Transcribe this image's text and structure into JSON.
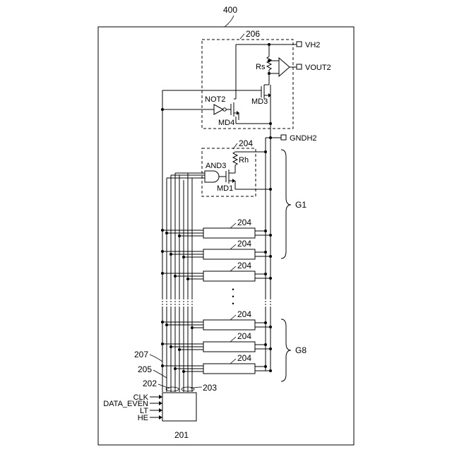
{
  "labels": {
    "device": "400",
    "sense_block": "206",
    "vh2": "VH2",
    "vout2": "VOUT2",
    "rs": "Rs",
    "not2": "NOT2",
    "md3": "MD3",
    "md4": "MD4",
    "gndh2": "GNDH2",
    "heater_block": "204",
    "and3": "AND3",
    "rh": "Rh",
    "md1": "MD1",
    "group_first": "G1",
    "group_last": "G8",
    "drive_ic": "201",
    "line_207": "207",
    "line_205": "205",
    "line_202": "202",
    "line_203": "203",
    "ellipsis": "・\n・\n・"
  },
  "heater_rows": [
    {
      "label": "204"
    },
    {
      "label": "204"
    },
    {
      "label": "204"
    },
    {
      "label": "204"
    },
    {
      "label": "204"
    },
    {
      "label": "204"
    }
  ],
  "inputs": [
    {
      "label": "CLK"
    },
    {
      "label": "DATA_EVEN"
    },
    {
      "label": "LT"
    },
    {
      "label": "HE"
    }
  ]
}
